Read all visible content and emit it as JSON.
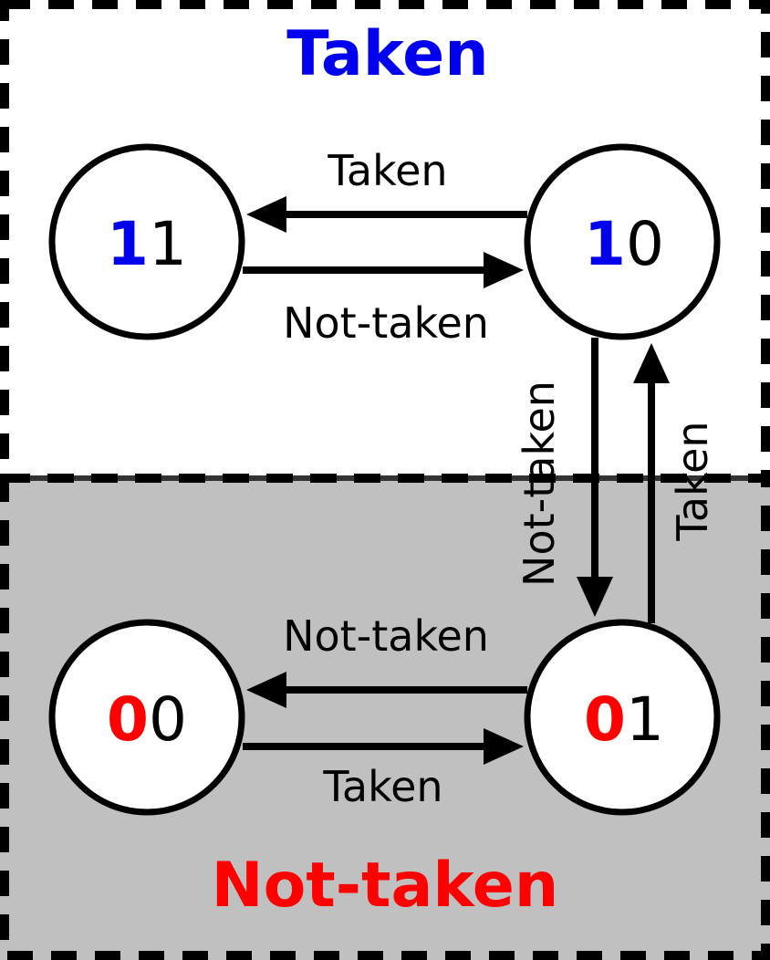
{
  "regions": {
    "taken": {
      "title": "Taken",
      "title_color": "#0000ee",
      "fill": "#ffffff"
    },
    "not_taken": {
      "title": "Not-taken",
      "title_color": "#ff0000",
      "fill": "#c0c0c0"
    }
  },
  "states": {
    "s11": {
      "high_bit": "1",
      "low_bit": "1",
      "high_color": "#0000ee"
    },
    "s10": {
      "high_bit": "1",
      "low_bit": "0",
      "high_color": "#0000ee"
    },
    "s00": {
      "high_bit": "0",
      "low_bit": "0",
      "high_color": "#ff0000"
    },
    "s01": {
      "high_bit": "0",
      "low_bit": "1",
      "high_color": "#ff0000"
    }
  },
  "transitions": {
    "s10_to_s11": "Taken",
    "s11_to_s10": "Not-taken",
    "s10_to_s01": "Not-taken",
    "s01_to_s10": "Taken",
    "s01_to_s00": "Not-taken",
    "s00_to_s01": "Taken"
  }
}
